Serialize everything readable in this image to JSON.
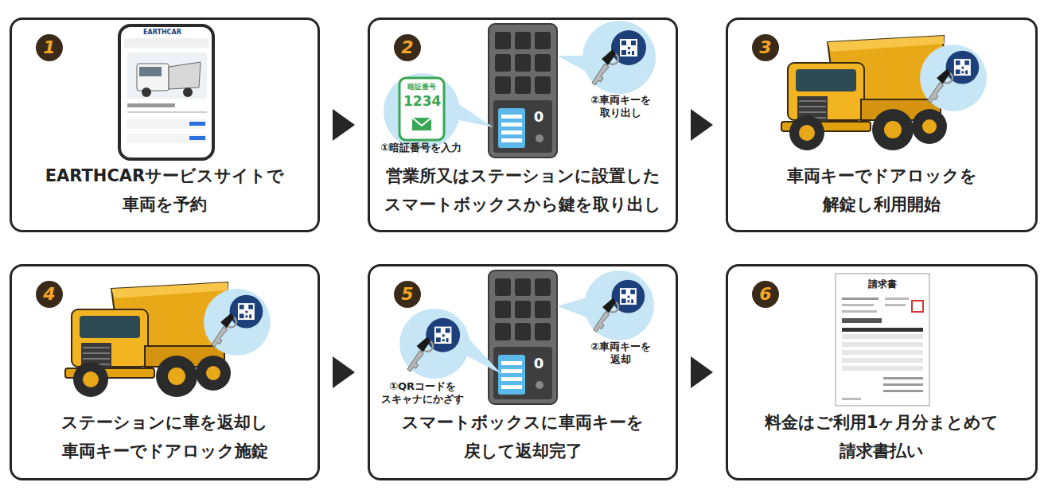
{
  "diagram": {
    "nodes": [
      {
        "text": [
          "1",
          "EARTHCARサービスサイトで 車両を予約"
        ]
      },
      {
        "text": [
          "2",
          "営業所又はステーションに設置した スマートボックスから鍵を取り出し"
        ]
      },
      {
        "text": [
          "3",
          "車両キーでドアロックを 解錠し利用開始"
        ]
      },
      {
        "text": [
          "4",
          "ステーションに車を返却し 車両キーでドアロック施錠"
        ]
      },
      {
        "text": [
          "5",
          "スマートボックスに車両キーを 戻して返却完了"
        ]
      },
      {
        "text": [
          "6",
          "料金はご利用1ヶ月分まとめて 請求書払い"
        ]
      }
    ],
    "edges": [
      {
        "from": 0,
        "to": 1,
        "arrow": "to"
      },
      {
        "from": 1,
        "to": 2,
        "arrow": "to"
      },
      {
        "from": 3,
        "to": 4,
        "arrow": "to"
      },
      {
        "from": 4,
        "to": 5,
        "arrow": "to"
      }
    ],
    "labels": [
      "EARTHCAR",
      "暗証番号",
      "1234",
      "①暗証番号を入力",
      "②車両キーを 取り出し",
      "0",
      "①QRコードを スキャナにかざす",
      "②車両キーを 返却",
      "0",
      "請求書"
    ]
  }
}
